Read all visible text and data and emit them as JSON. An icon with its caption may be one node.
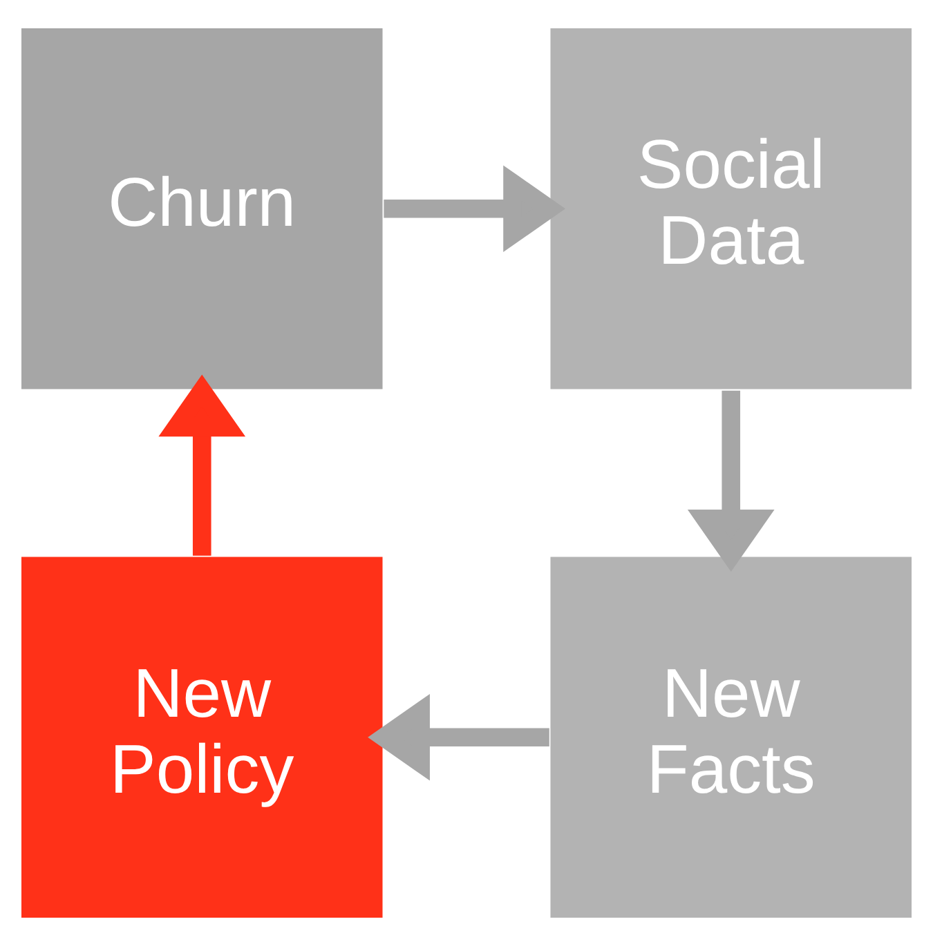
{
  "diagram": {
    "nodes": [
      {
        "text": [
          "Churn"
        ]
      },
      {
        "text": [
          "Social Data"
        ]
      },
      {
        "text": [
          "New Facts"
        ]
      },
      {
        "text": [
          "New Policy"
        ]
      }
    ],
    "edges": [
      {
        "from": 0,
        "to": 1,
        "arrow": "to"
      },
      {
        "from": 1,
        "to": 2,
        "arrow": "to"
      },
      {
        "from": 2,
        "to": 3,
        "arrow": "to"
      },
      {
        "from": 3,
        "to": 0,
        "arrow": "to",
        "color": "#ff3118"
      }
    ]
  }
}
